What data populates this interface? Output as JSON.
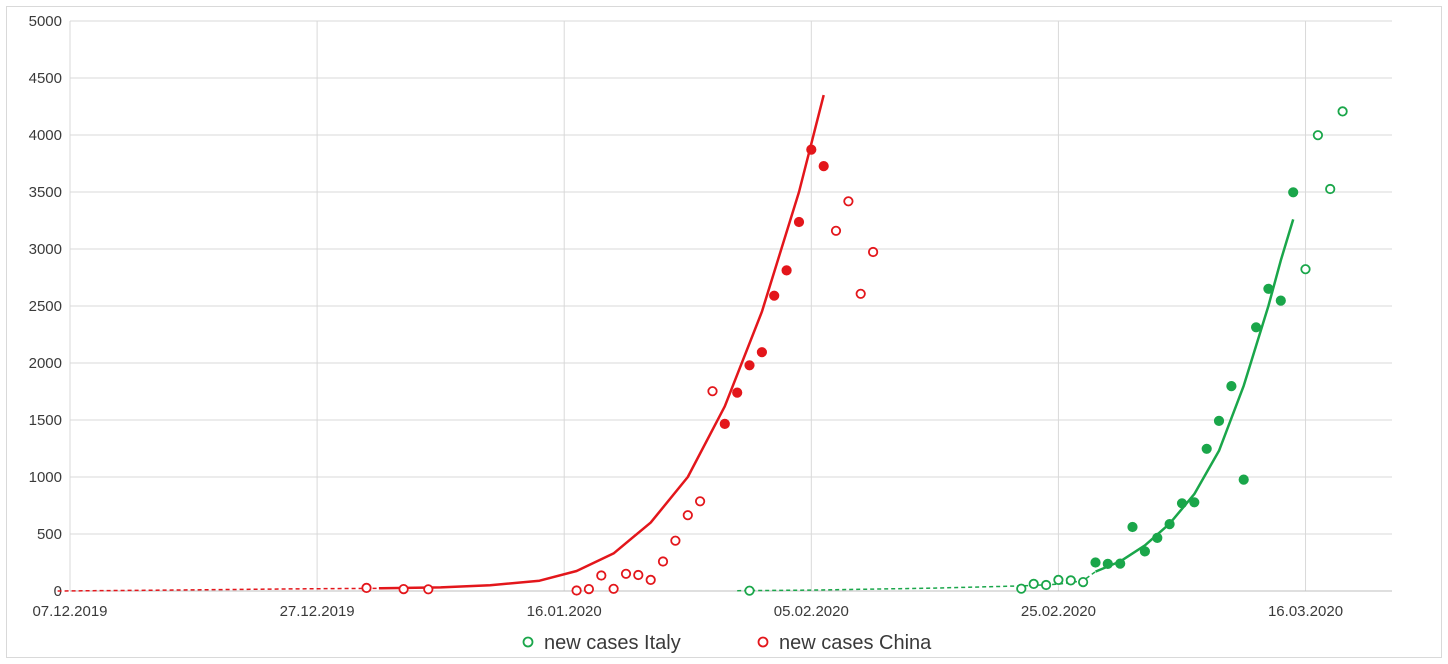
{
  "chart_data": {
    "type": "scatter",
    "title": "",
    "xlabel": "",
    "ylabel": "",
    "x_type": "date",
    "xlim": [
      "2019-12-07",
      "2020-03-23"
    ],
    "ylim": [
      0,
      5000
    ],
    "x_ticks": [
      "2019-12-07",
      "2019-12-27",
      "2020-01-16",
      "2020-02-05",
      "2020-02-25",
      "2020-03-16"
    ],
    "x_tick_labels": [
      "07.12.2019",
      "27.12.2019",
      "16.01.2020",
      "05.02.2020",
      "25.02.2020",
      "16.03.2020"
    ],
    "y_ticks": [
      0,
      500,
      1000,
      1500,
      2000,
      2500,
      3000,
      3500,
      4000,
      4500,
      5000
    ],
    "y_tick_labels": [
      "0",
      "500",
      "1000",
      "1500",
      "2000",
      "2500",
      "3000",
      "3500",
      "4000",
      "4500",
      "5000"
    ],
    "grid": true,
    "legend_position": "bottom",
    "series": [
      {
        "name": "new cases Italy",
        "color": "#1aa64a",
        "marker": "circle",
        "points": [
          {
            "x": "2020-01-31",
            "y": 3,
            "filled": false
          },
          {
            "x": "2020-02-22",
            "y": 20,
            "filled": false
          },
          {
            "x": "2020-02-23",
            "y": 62,
            "filled": false
          },
          {
            "x": "2020-02-24",
            "y": 53,
            "filled": false
          },
          {
            "x": "2020-02-25",
            "y": 97,
            "filled": false
          },
          {
            "x": "2020-02-26",
            "y": 93,
            "filled": false
          },
          {
            "x": "2020-02-27",
            "y": 78,
            "filled": false
          },
          {
            "x": "2020-02-28",
            "y": 250,
            "filled": true
          },
          {
            "x": "2020-02-29",
            "y": 238,
            "filled": true
          },
          {
            "x": "2020-03-01",
            "y": 240,
            "filled": true
          },
          {
            "x": "2020-03-02",
            "y": 561,
            "filled": true
          },
          {
            "x": "2020-03-03",
            "y": 347,
            "filled": true
          },
          {
            "x": "2020-03-04",
            "y": 466,
            "filled": true
          },
          {
            "x": "2020-03-05",
            "y": 587,
            "filled": true
          },
          {
            "x": "2020-03-06",
            "y": 769,
            "filled": true
          },
          {
            "x": "2020-03-07",
            "y": 778,
            "filled": true
          },
          {
            "x": "2020-03-08",
            "y": 1247,
            "filled": true
          },
          {
            "x": "2020-03-09",
            "y": 1492,
            "filled": true
          },
          {
            "x": "2020-03-10",
            "y": 1797,
            "filled": true
          },
          {
            "x": "2020-03-11",
            "y": 977,
            "filled": true
          },
          {
            "x": "2020-03-12",
            "y": 2313,
            "filled": true
          },
          {
            "x": "2020-03-13",
            "y": 2651,
            "filled": true
          },
          {
            "x": "2020-03-14",
            "y": 2547,
            "filled": true
          },
          {
            "x": "2020-03-15",
            "y": 3497,
            "filled": true
          },
          {
            "x": "2020-03-16",
            "y": 2823,
            "filled": false
          },
          {
            "x": "2020-03-17",
            "y": 3998,
            "filled": false
          },
          {
            "x": "2020-03-18",
            "y": 3526,
            "filled": false
          },
          {
            "x": "2020-03-19",
            "y": 4207,
            "filled": false
          }
        ],
        "trend": {
          "dashed": [
            [
              "2020-01-30",
              3
            ],
            [
              "2020-02-05",
              8
            ],
            [
              "2020-02-15",
              25
            ],
            [
              "2020-02-22",
              45
            ],
            [
              "2020-02-25",
              60
            ],
            [
              "2020-02-27",
              90
            ],
            [
              "2020-02-28",
              170
            ]
          ],
          "solid": [
            [
              "2020-02-28",
              170
            ],
            [
              "2020-03-01",
              260
            ],
            [
              "2020-03-03",
              400
            ],
            [
              "2020-03-05",
              590
            ],
            [
              "2020-03-07",
              850
            ],
            [
              "2020-03-09",
              1230
            ],
            [
              "2020-03-11",
              1800
            ],
            [
              "2020-03-13",
              2500
            ],
            [
              "2020-03-14",
              2900
            ],
            [
              "2020-03-15",
              3260
            ]
          ]
        }
      },
      {
        "name": "new cases China",
        "color": "#e3161b",
        "marker": "circle",
        "points": [
          {
            "x": "2019-12-31",
            "y": 27,
            "filled": false
          },
          {
            "x": "2020-01-03",
            "y": 17,
            "filled": false
          },
          {
            "x": "2020-01-05",
            "y": 15,
            "filled": false
          },
          {
            "x": "2020-01-17",
            "y": 4,
            "filled": false
          },
          {
            "x": "2020-01-18",
            "y": 17,
            "filled": false
          },
          {
            "x": "2020-01-19",
            "y": 136,
            "filled": false
          },
          {
            "x": "2020-01-20",
            "y": 19,
            "filled": false
          },
          {
            "x": "2020-01-21",
            "y": 151,
            "filled": false
          },
          {
            "x": "2020-01-22",
            "y": 140,
            "filled": false
          },
          {
            "x": "2020-01-23",
            "y": 97,
            "filled": false
          },
          {
            "x": "2020-01-24",
            "y": 259,
            "filled": false
          },
          {
            "x": "2020-01-25",
            "y": 441,
            "filled": false
          },
          {
            "x": "2020-01-26",
            "y": 665,
            "filled": false
          },
          {
            "x": "2020-01-27",
            "y": 787,
            "filled": false
          },
          {
            "x": "2020-01-28",
            "y": 1753,
            "filled": false
          },
          {
            "x": "2020-01-29",
            "y": 1466,
            "filled": true
          },
          {
            "x": "2020-01-30",
            "y": 1740,
            "filled": true
          },
          {
            "x": "2020-01-31",
            "y": 1980,
            "filled": true
          },
          {
            "x": "2020-02-01",
            "y": 2095,
            "filled": true
          },
          {
            "x": "2020-02-02",
            "y": 2590,
            "filled": true
          },
          {
            "x": "2020-02-03",
            "y": 2812,
            "filled": true
          },
          {
            "x": "2020-02-04",
            "y": 3237,
            "filled": true
          },
          {
            "x": "2020-02-05",
            "y": 3872,
            "filled": true
          },
          {
            "x": "2020-02-06",
            "y": 3727,
            "filled": true
          },
          {
            "x": "2020-02-07",
            "y": 3160,
            "filled": false
          },
          {
            "x": "2020-02-08",
            "y": 3418,
            "filled": false
          },
          {
            "x": "2020-02-09",
            "y": 2607,
            "filled": false
          },
          {
            "x": "2020-02-10",
            "y": 2974,
            "filled": false
          }
        ],
        "trend": {
          "dashed": [
            [
              "2019-12-06",
              0
            ],
            [
              "2019-12-15",
              8
            ],
            [
              "2019-12-25",
              18
            ],
            [
              "2020-01-01",
              24
            ]
          ],
          "solid": [
            [
              "2020-01-01",
              24
            ],
            [
              "2020-01-06",
              32
            ],
            [
              "2020-01-10",
              50
            ],
            [
              "2020-01-14",
              90
            ],
            [
              "2020-01-17",
              175
            ],
            [
              "2020-01-20",
              330
            ],
            [
              "2020-01-23",
              600
            ],
            [
              "2020-01-26",
              1000
            ],
            [
              "2020-01-29",
              1620
            ],
            [
              "2020-02-01",
              2450
            ],
            [
              "2020-02-04",
              3500
            ],
            [
              "2020-02-06",
              4350
            ]
          ]
        }
      }
    ]
  }
}
